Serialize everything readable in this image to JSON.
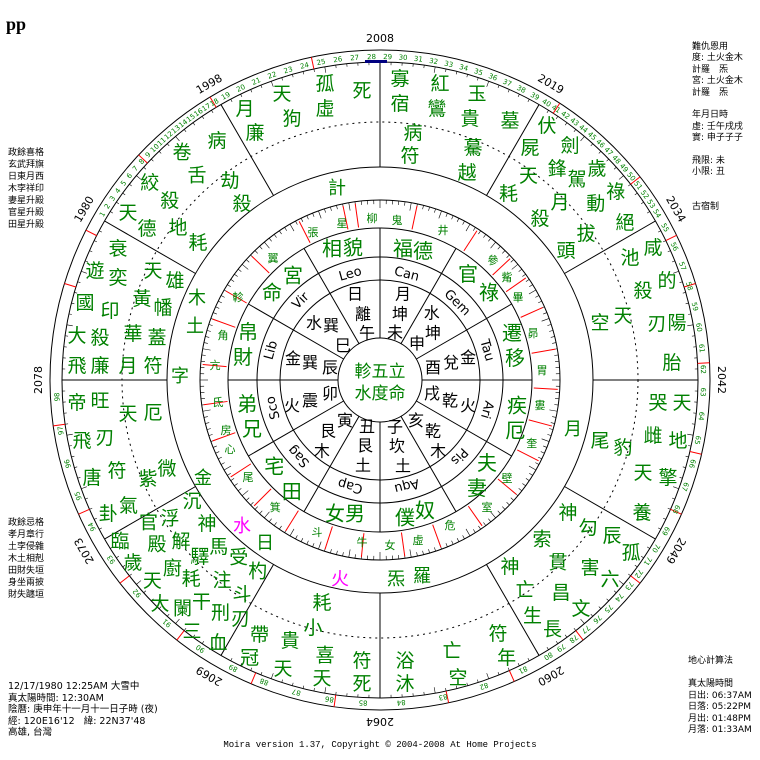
{
  "header": {
    "title": "pp"
  },
  "colors": {
    "stars": "#008000",
    "planet_special": "#ff00ff",
    "marker": "#ff0000",
    "line": "#000000",
    "current_age": "#000080"
  },
  "years": [
    {
      "label": "2008",
      "age": 29
    },
    {
      "label": "2019",
      "age": 40
    },
    {
      "label": "2034",
      "age": 55
    },
    {
      "label": "2042",
      "age": 63
    },
    {
      "label": "2049",
      "age": 70
    },
    {
      "label": "2060",
      "age": 81
    },
    {
      "label": "2064",
      "age": 85
    },
    {
      "label": "2069",
      "age": 90
    },
    {
      "label": "2073",
      "age": 94
    },
    {
      "label": "2078",
      "age": 99
    },
    {
      "label": "1980",
      "age": 1
    },
    {
      "label": "1998",
      "age": 19
    }
  ],
  "outer_stars": [
    "死",
    "孤",
    "虛",
    "天",
    "狗",
    "月",
    "廉",
    "病",
    "卷",
    "舌",
    "劫",
    "殺",
    "絞",
    "殺",
    "天",
    "德",
    "地",
    "耗",
    "衰",
    "遊",
    "奕",
    "天",
    "雄",
    "黃",
    "幡",
    "國",
    "印",
    "大",
    "殺",
    "華",
    "蓋",
    "飛",
    "廉",
    "月",
    "符",
    "寡",
    "宿",
    "紅",
    "鸞",
    "玉",
    "貴",
    "墓",
    "病",
    "符",
    "驀",
    "越",
    "伏",
    "劍",
    "屍",
    "鋒",
    "歲",
    "天",
    "駕",
    "祿",
    "耗",
    "月",
    "動",
    "殺",
    "絕",
    "拔",
    "頭",
    "咸",
    "池",
    "的",
    "殺",
    "天",
    "空",
    "刃",
    "陽",
    "胎",
    "哭",
    "天",
    "雌",
    "地",
    "尾",
    "豹",
    "天",
    "擎",
    "養",
    "神",
    "勾",
    "辰",
    "孤",
    "索",
    "貫",
    "害",
    "六",
    "神",
    "亡",
    "昌",
    "文",
    "生",
    "長",
    "符",
    "年",
    "亡",
    "空",
    "浴",
    "沐",
    "帝",
    "旺",
    "天",
    "厄",
    "飛",
    "刃",
    "唐",
    "符",
    "紫",
    "微",
    "卦",
    "氣",
    "官",
    "浮",
    "沉",
    "神",
    "臨",
    "殿",
    "解",
    "馬",
    "歲",
    "廚",
    "驛",
    "受",
    "天",
    "耗",
    "注",
    "杓",
    "大",
    "干",
    "斗",
    "闌",
    "刑",
    "刃",
    "三",
    "血",
    "帶",
    "冠",
    "貴",
    "天",
    "喜",
    "天",
    "符",
    "死",
    "耗",
    "小"
  ],
  "planets_band": [
    {
      "text": "計",
      "kind": "normal"
    },
    {
      "text": "木",
      "kind": "normal"
    },
    {
      "text": "土",
      "kind": "normal"
    },
    {
      "text": "字",
      "kind": "normal"
    },
    {
      "text": "金",
      "kind": "normal"
    },
    {
      "text": "水",
      "kind": "special"
    },
    {
      "text": "日",
      "kind": "normal"
    },
    {
      "text": "火",
      "kind": "special"
    },
    {
      "text": "炁",
      "kind": "normal"
    },
    {
      "text": "羅",
      "kind": "normal"
    },
    {
      "text": "月",
      "kind": "normal"
    }
  ],
  "mansions": [
    "柳",
    "鬼",
    "井",
    "參",
    "觜",
    "畢",
    "昴",
    "胃",
    "婁",
    "奎",
    "壁",
    "室",
    "危",
    "虛",
    "女",
    "牛",
    "斗",
    "箕",
    "尾",
    "心",
    "房",
    "氐",
    "亢",
    "角",
    "軫",
    "翼",
    "張",
    "星"
  ],
  "houses": [
    "相",
    "貌",
    "福",
    "德",
    "宮",
    "命",
    "官",
    "祿",
    "帛",
    "財",
    "遷",
    "移",
    "弟",
    "兄",
    "疾",
    "厄",
    "宅",
    "田",
    "夫",
    "妻",
    "女",
    "男",
    "僕",
    "奴"
  ],
  "signs": [
    "Leo",
    "Can",
    "Gem",
    "Tau",
    "Ari",
    "Pis",
    "Aqu",
    "Cap",
    "Sag",
    "Sco",
    "Lib",
    "Vir"
  ],
  "inner_cells": [
    "日",
    "離",
    "午",
    "月",
    "坤",
    "未",
    "水",
    "坤",
    "申",
    "水",
    "巽",
    "巳",
    "金",
    "巽",
    "辰",
    "酉",
    "兌",
    "金",
    "戌",
    "乾",
    "火",
    "卯",
    "震",
    "火",
    "寅",
    "艮",
    "木",
    "丑",
    "艮",
    "土",
    "子",
    "坎",
    "土",
    "亥",
    "乾",
    "木"
  ],
  "center": {
    "line1": "軫五立",
    "line2": "水度命"
  },
  "left_top_notes": [
    "政餘喜格",
    "玄武拜旗",
    "日東月西",
    "木孛祥印",
    "妻星升殿",
    "官星升殿",
    "田星升殿"
  ],
  "left_bottom_notes": [
    "政餘忌格",
    "孝月章行",
    "土孛侵雜",
    "木土相剋",
    "田財失垣",
    "身坐兩披",
    "財失躔垣"
  ],
  "birth_info": [
    "12/17/1980 12:25AM 大雪中",
    "真太陽時間: 12:30AM",
    "陰曆: 庚申年十一月十一日子時 (夜)",
    "經: 120E16'12   緯: 22N37'48",
    "高雄, 台灣"
  ],
  "right_top": [
    "難仇恩用",
    "度: 土火金木",
    "計羅　炁",
    "宮: 土火金木",
    "計羅　炁",
    "",
    "年月日時",
    "虛: 壬午戌戌",
    "實: 申子子子",
    "",
    "飛限: 未",
    "小限: 丑",
    "",
    "",
    "古宿制"
  ],
  "right_bottom": [
    "地心計算法",
    "",
    "真太陽時間",
    "日出: 06:37AM",
    "日落: 05:22PM",
    "月出: 01:48PM",
    "月落: 01:33AM"
  ],
  "footer": "Moira version 1.37, Copyright © 2004-2008 At Home Projects"
}
